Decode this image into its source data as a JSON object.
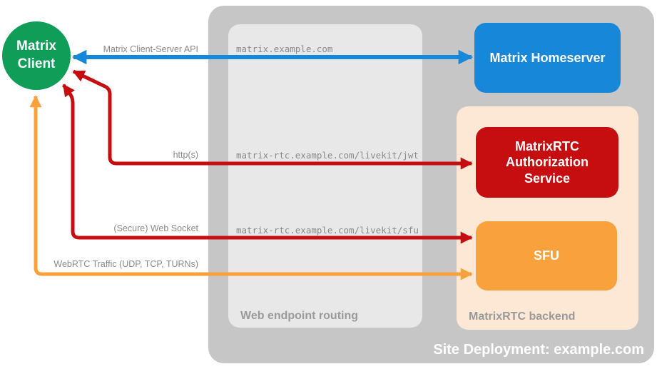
{
  "containers": {
    "site": {
      "label": "Site Deployment: example.com",
      "color": "#c6c6c6"
    },
    "routing": {
      "label": "Web endpoint routing",
      "color": "#e8e8e8"
    },
    "backend": {
      "label": "MatrixRTC backend",
      "color": "#fce8d4"
    }
  },
  "nodes": {
    "client": {
      "label": "Matrix\nClient",
      "color": "#0f9d58"
    },
    "homeserver": {
      "label": "Matrix Homeserver",
      "color": "#1788d9"
    },
    "auth": {
      "label": "MatrixRTC\nAuthorization\nService",
      "color": "#c60d10"
    },
    "sfu": {
      "label": "SFU",
      "color": "#f9a13c"
    }
  },
  "endpoints": [
    {
      "url": "matrix.example.com"
    },
    {
      "url": "matrix-rtc.example.com/livekit/jwt"
    },
    {
      "url": "matrix-rtc.example.com/livekit/sfu"
    }
  ],
  "arrows": [
    {
      "label": "Matrix Client-Server API",
      "color": "#1788d9",
      "from": "Matrix Client",
      "to": "Matrix Homeserver",
      "bidirectional": true
    },
    {
      "label": "http(s)",
      "color": "#c60d10",
      "from": "Matrix Client",
      "to": "MatrixRTC Authorization Service",
      "bidirectional": true
    },
    {
      "label": "(Secure) Web Socket",
      "color": "#c60d10",
      "from": "Matrix Client",
      "to": "SFU",
      "bidirectional": true
    },
    {
      "label": "WebRTC Traffic (UDP, TCP, TURNs)",
      "color": "#f9a13c",
      "from": "Matrix Client",
      "to": "SFU",
      "bidirectional": true
    }
  ]
}
